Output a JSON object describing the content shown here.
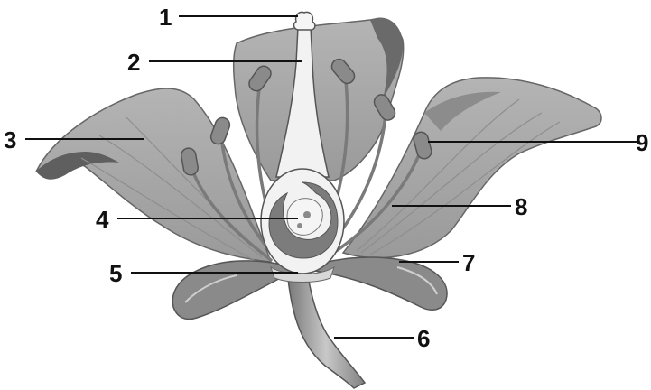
{
  "colors": {
    "background": "#ffffff",
    "petal_fill": "#a8a8a8",
    "petal_dark": "#6a6a6a",
    "pistil_fill": "#f2f2f2",
    "ovary_fill": "#7c7c7c",
    "outline": "#4f4f4f",
    "label_text": "#111111"
  },
  "labels": [
    {
      "id": "stigma",
      "text": "1"
    },
    {
      "id": "style",
      "text": "2"
    },
    {
      "id": "petal",
      "text": "3"
    },
    {
      "id": "ovule",
      "text": "4"
    },
    {
      "id": "receptacle",
      "text": "5"
    },
    {
      "id": "stem",
      "text": "6"
    },
    {
      "id": "sepal",
      "text": "7"
    },
    {
      "id": "filament",
      "text": "8"
    },
    {
      "id": "anther",
      "text": "9"
    }
  ]
}
